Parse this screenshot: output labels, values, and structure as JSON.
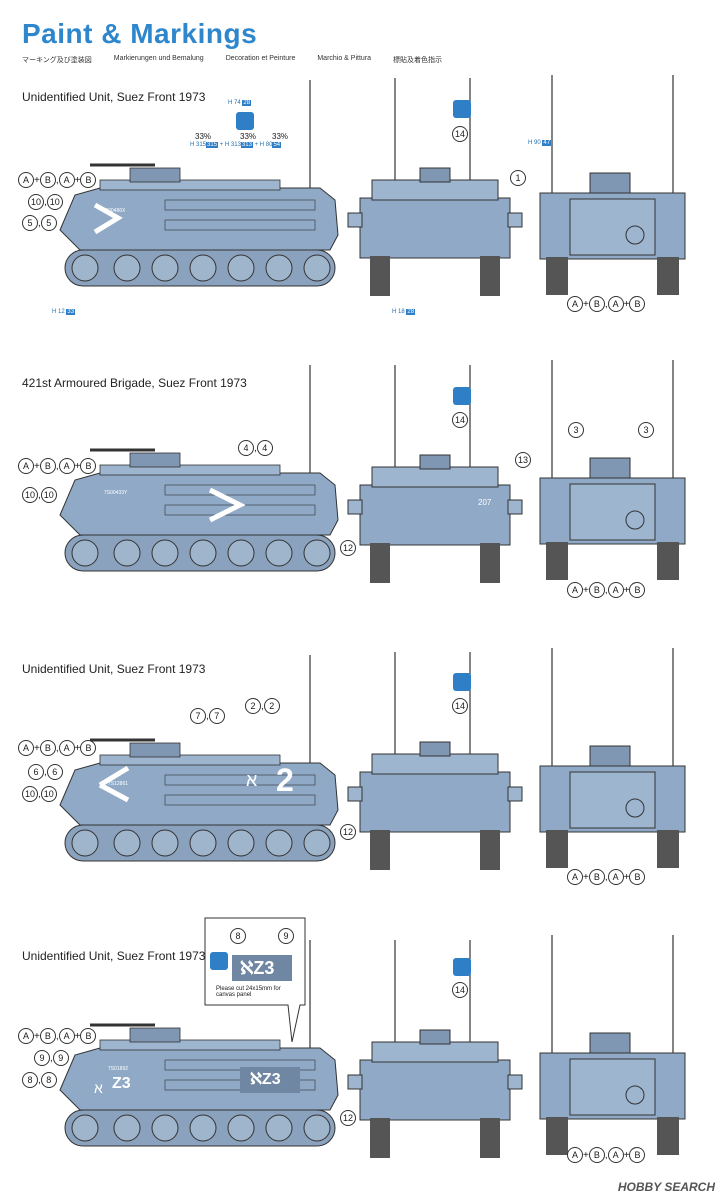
{
  "header": {
    "title": "Paint & Markings",
    "subtitles": [
      "マーキング及び塗装図",
      "Markierungen und Bemalung",
      "Decoration et Peinture",
      "Marchio & Pittura",
      "標貼及着色指示"
    ]
  },
  "sections": [
    {
      "title": "Unidentified Unit, Suez Front 1973"
    },
    {
      "title": "421st Armoured Brigade, Suez Front 1973"
    },
    {
      "title": "Unidentified Unit, Suez Front 1973"
    },
    {
      "title": "Unidentified Unit, Suez Front 1973"
    }
  ],
  "color_tags": {
    "h74": {
      "h": "H",
      "n": "74",
      "c": "28"
    },
    "h12": {
      "h": "H",
      "n": "12",
      "c": "33"
    },
    "h18": {
      "h": "H",
      "n": "18",
      "c": "28"
    },
    "h90": {
      "h": "H",
      "n": "90",
      "c": "47"
    },
    "mix": {
      "pct1": "33%",
      "pct2": "33%",
      "pct3": "33%",
      "a": "H 315",
      "ac": "315",
      "b": "H 313",
      "bc": "313",
      "c": "H 80",
      "cc": "54",
      "plus": "+"
    }
  },
  "canvas_note": {
    "text1": "Please cut 24x15mm for",
    "text2": "canvas panel",
    "label": "ℵZ3"
  },
  "decals": {
    "d1": "1",
    "d2": "2",
    "d3": "3",
    "d4": "4",
    "d5": "5",
    "d6": "6",
    "d7": "7",
    "d8": "8",
    "d9": "9",
    "d10": "10",
    "d12": "12",
    "d13": "13",
    "d14": "14",
    "A": "A",
    "B": "B",
    "plus": "+",
    "comma": ","
  },
  "markings": {
    "s1_plate": "7S00486X",
    "s2_plate": "7S00433Y",
    "s3_plate": "7S12861",
    "s4_plate": "7S01892",
    "s2_num": "207",
    "s3_hebrew": "א",
    "s3_num": "2",
    "s4_label": "ℵZ3",
    "s4_side": "Z3",
    "s4_heb": "א"
  },
  "footer": {
    "brand": "HOBBY SEARCH"
  }
}
